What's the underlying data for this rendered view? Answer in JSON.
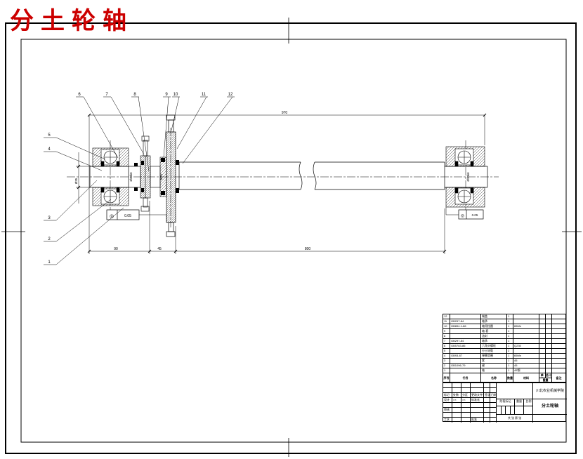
{
  "title": {
    "text": "分土轮轴",
    "color": "#cc0000"
  },
  "balloons": {
    "top": [
      "6",
      "7",
      "8",
      "9",
      "10",
      "11",
      "12"
    ],
    "left": [
      "5",
      "4",
      "3",
      "2",
      "1"
    ]
  },
  "dims": {
    "overall": "970",
    "seg1": "90",
    "seg2": "45",
    "seg3": "800",
    "dia_left": "Ø35",
    "dia_step": "Ø30k6",
    "dia_spacer": "Ø25",
    "dia_right": "Ø30k6"
  },
  "gdt": {
    "left": {
      "symbol": "◎",
      "value": "0.05"
    },
    "right": {
      "symbol": "◎",
      "value": "0.05"
    }
  },
  "bom": {
    "headers": {
      "no": "序号",
      "code": "代号",
      "name": "名称",
      "qty": "数量",
      "mat": "材料",
      "unit": "单件",
      "total": "总计",
      "weight": "重量",
      "remark": "备注"
    },
    "rows": [
      {
        "no": "12",
        "code": "",
        "name": "端盖",
        "qty": "1",
        "mat": "",
        "remark": ""
      },
      {
        "no": "11",
        "code": "GB297-84",
        "name": "轴承",
        "qty": "1",
        "mat": "",
        "remark": ""
      },
      {
        "no": "10",
        "code": "GB894.1-86",
        "name": "轴用挡圈",
        "qty": "1",
        "mat": "65Mn",
        "remark": ""
      },
      {
        "no": "9",
        "code": "",
        "name": "轴-套",
        "qty": "1",
        "mat": "",
        "remark": ""
      },
      {
        "no": "8",
        "code": "",
        "name": "油封",
        "qty": "1",
        "mat": "",
        "remark": ""
      },
      {
        "no": "7",
        "code": "GB297-84",
        "name": "轴承",
        "qty": "1",
        "mat": "",
        "remark": ""
      },
      {
        "no": "6",
        "code": "GB5783-86",
        "name": "六角头螺栓",
        "qty": "1",
        "mat": "Q235",
        "remark": ""
      },
      {
        "no": "5",
        "code": "",
        "name": "分土轮毂",
        "qty": "2",
        "mat": "",
        "remark": ""
      },
      {
        "no": "4",
        "code": "GB93-87",
        "name": "弹簧垫圈",
        "qty": "1",
        "mat": "65Mn",
        "remark": ""
      },
      {
        "no": "3",
        "code": "",
        "name": "套",
        "qty": "1",
        "mat": "45",
        "remark": ""
      },
      {
        "no": "2",
        "code": "GB1096-79",
        "name": "键",
        "qty": "1",
        "mat": "45",
        "remark": ""
      },
      {
        "no": "1",
        "code": "",
        "name": "轴",
        "qty": "1",
        "mat": "45钢",
        "remark": ""
      }
    ]
  },
  "titleblock": {
    "rev": {
      "mark": "标记",
      "count": "处数",
      "zone": "分区",
      "doc": "更改文件号",
      "sign": "签字",
      "date": "日期"
    },
    "roles": {
      "design": "设计",
      "check": "审核",
      "process": "工艺",
      "std": "标准化",
      "approve": "批准"
    },
    "design_sign": "××",
    "design_date": "××",
    "stage": {
      "stage_label": "阶段标记",
      "weight_label": "重量",
      "scale_label": "比例"
    },
    "sheets": "共 张 第 张",
    "org": "川北农业机械学院",
    "drawing_title": "分土轮轴"
  }
}
